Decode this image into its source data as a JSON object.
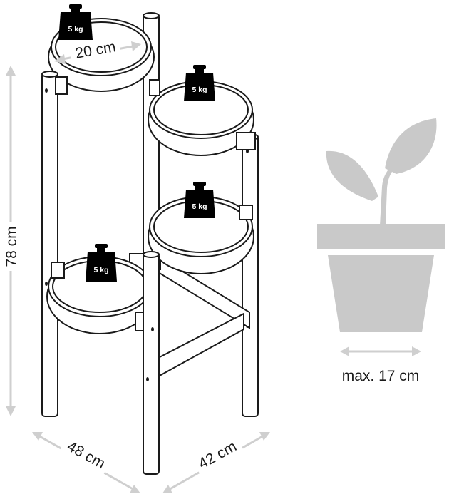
{
  "dimensions": {
    "height_label": "78 cm",
    "depth_label": "48 cm",
    "width_label": "42 cm",
    "tray_diameter_label": "20 cm"
  },
  "weights": {
    "label_top": "5 kg",
    "label_upper_right": "5 kg",
    "label_middle_right": "5 kg",
    "label_lower_left": "5 kg"
  },
  "pot": {
    "max_label": "max. 17 cm",
    "color": "#c9c9c9"
  },
  "colors": {
    "line": "#1a1a1a",
    "arrow": "#cfcfcf",
    "weight": "#000000"
  }
}
